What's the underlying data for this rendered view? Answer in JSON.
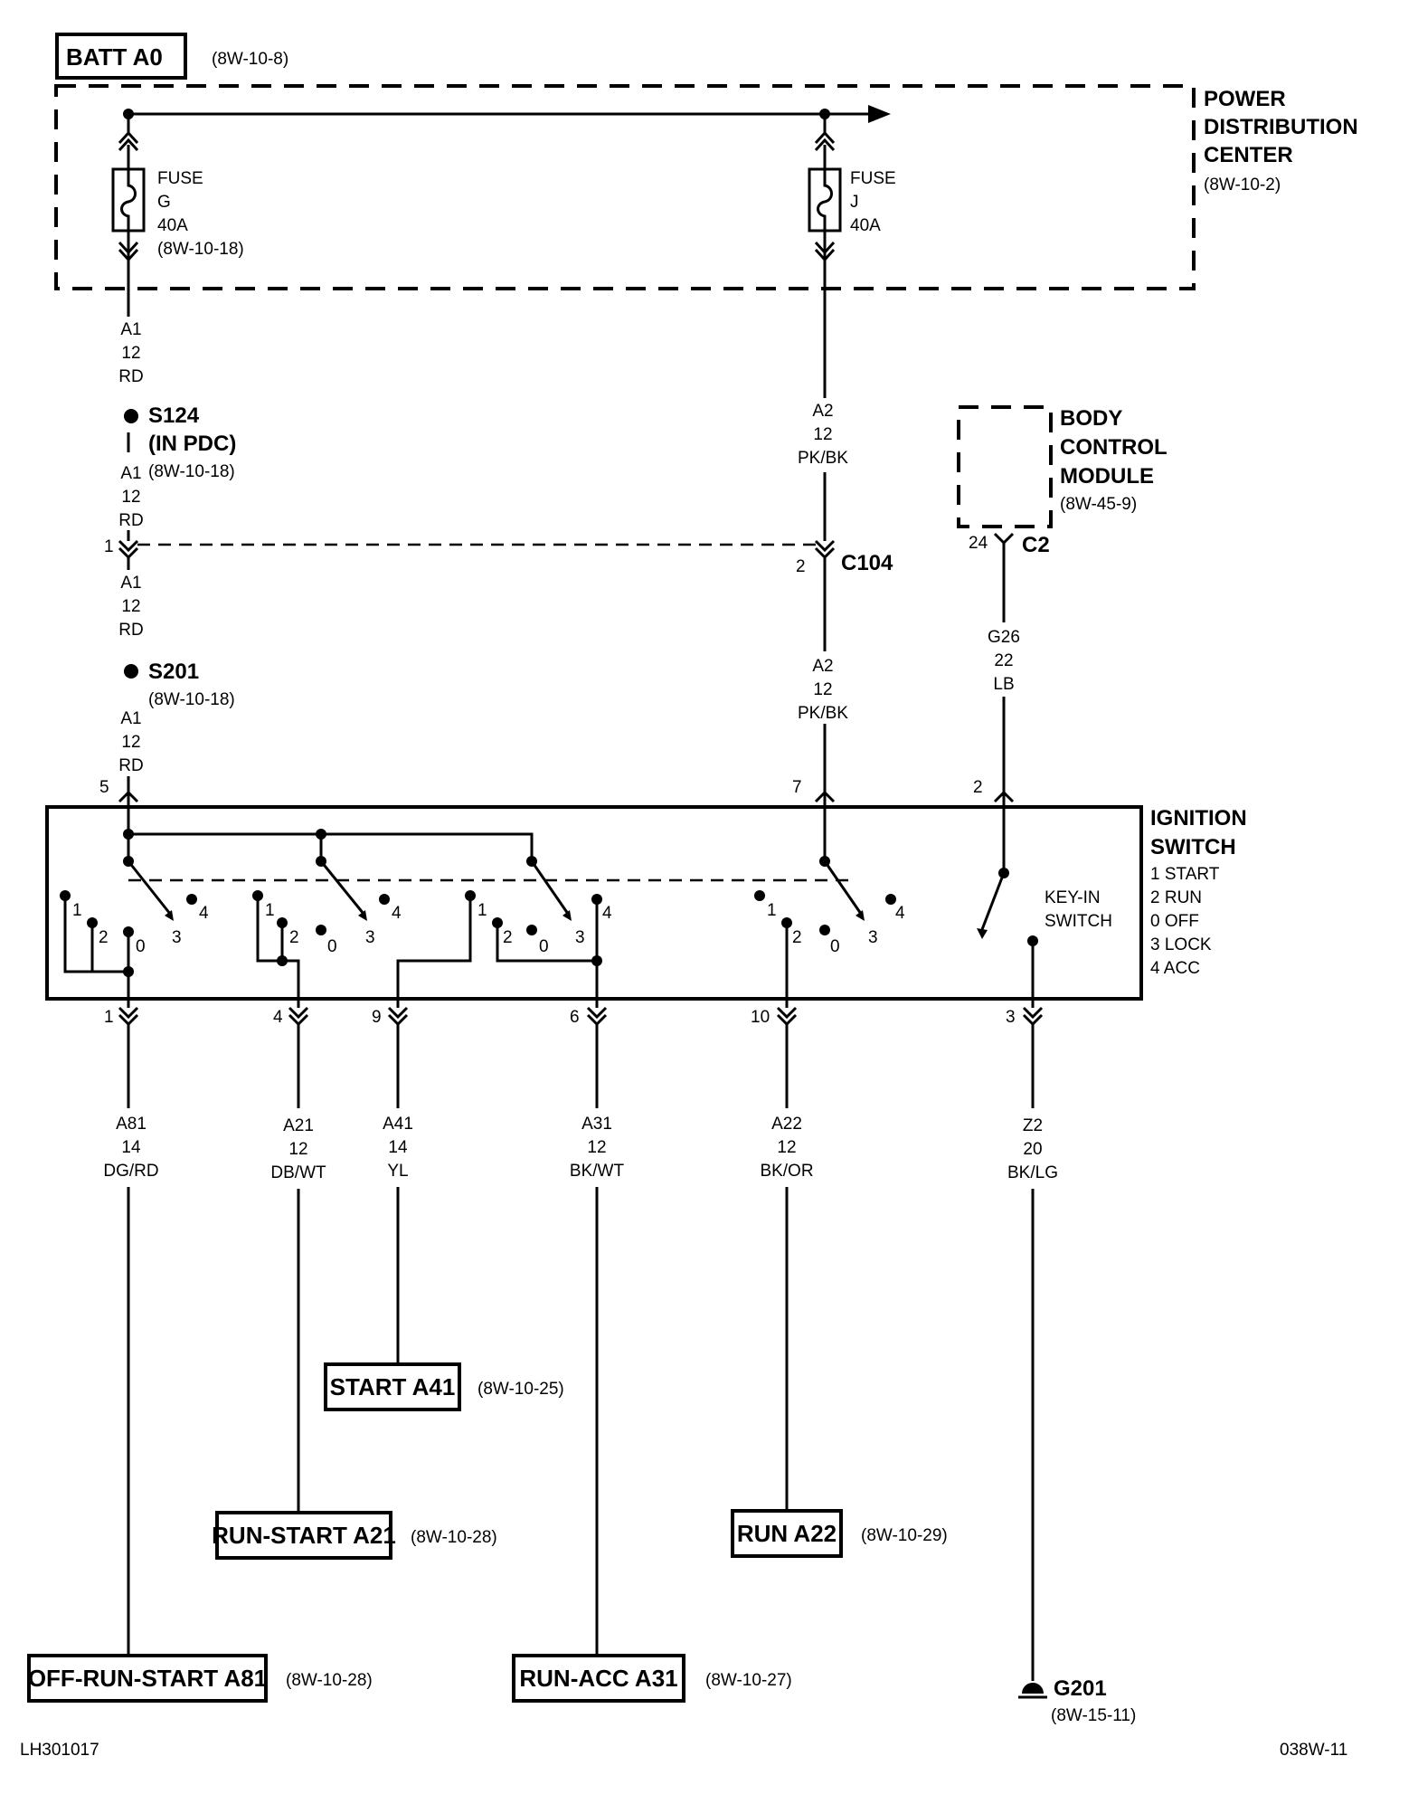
{
  "batt": {
    "label": "BATT A0",
    "ref": "(8W-10-8)"
  },
  "pdc": {
    "line1": "POWER",
    "line2": "DISTRIBUTION",
    "line3": "CENTER",
    "ref": "(8W-10-2)"
  },
  "fuse_g": {
    "l1": "FUSE",
    "l2": "G",
    "l3": "40A",
    "ref": "(8W-10-18)"
  },
  "fuse_j": {
    "l1": "FUSE",
    "l2": "J",
    "l3": "40A"
  },
  "bcm": {
    "line1": "BODY",
    "line2": "CONTROL",
    "line3": "MODULE",
    "ref": "(8W-45-9)",
    "pin": "24",
    "conn": "C2"
  },
  "splices": [
    {
      "name": "S124",
      "sub": "(IN PDC)",
      "ref": "(8W-10-18)"
    },
    {
      "name": "S201",
      "ref": "(8W-10-18)"
    }
  ],
  "c104": {
    "name": "C104",
    "pin_left": "1",
    "pin_right": "2"
  },
  "wires": {
    "a1": {
      "circuit": "A1",
      "gauge": "12",
      "color": "RD"
    },
    "a2": {
      "circuit": "A2",
      "gauge": "12",
      "color": "PK/BK"
    },
    "g26": {
      "circuit": "G26",
      "gauge": "22",
      "color": "LB"
    },
    "a81": {
      "circuit": "A81",
      "gauge": "14",
      "color": "DG/RD"
    },
    "a21": {
      "circuit": "A21",
      "gauge": "12",
      "color": "DB/WT"
    },
    "a41": {
      "circuit": "A41",
      "gauge": "14",
      "color": "YL"
    },
    "a31": {
      "circuit": "A31",
      "gauge": "12",
      "color": "BK/WT"
    },
    "a22": {
      "circuit": "A22",
      "gauge": "12",
      "color": "BK/OR"
    },
    "z2": {
      "circuit": "Z2",
      "gauge": "20",
      "color": "BK/LG"
    }
  },
  "ignition": {
    "title1": "IGNITION",
    "title2": "SWITCH",
    "legend": [
      "1 START",
      "2 RUN",
      "0 OFF",
      "3 LOCK",
      "4 ACC"
    ],
    "keyin1": "KEY-IN",
    "keyin2": "SWITCH",
    "top_pins": [
      "5",
      "7",
      "2"
    ],
    "bottom_pins": [
      "1",
      "4",
      "9",
      "6",
      "10",
      "3"
    ],
    "pos": {
      "p1": "1",
      "p2": "2",
      "p0": "0",
      "p3": "3",
      "p4": "4"
    }
  },
  "outputs": {
    "start": {
      "label": "START A41",
      "ref": "(8W-10-25)"
    },
    "run_start": {
      "label": "RUN-START A21",
      "ref": "(8W-10-28)"
    },
    "run": {
      "label": "RUN A22",
      "ref": "(8W-10-29)"
    },
    "off_run_start": {
      "label": "OFF-RUN-START A81",
      "ref": "(8W-10-28)"
    },
    "run_acc": {
      "label": "RUN-ACC A31",
      "ref": "(8W-10-27)"
    }
  },
  "ground": {
    "name": "G201",
    "ref": "(8W-15-11)"
  },
  "footer": {
    "left": "LH301017",
    "right": "038W-11"
  }
}
